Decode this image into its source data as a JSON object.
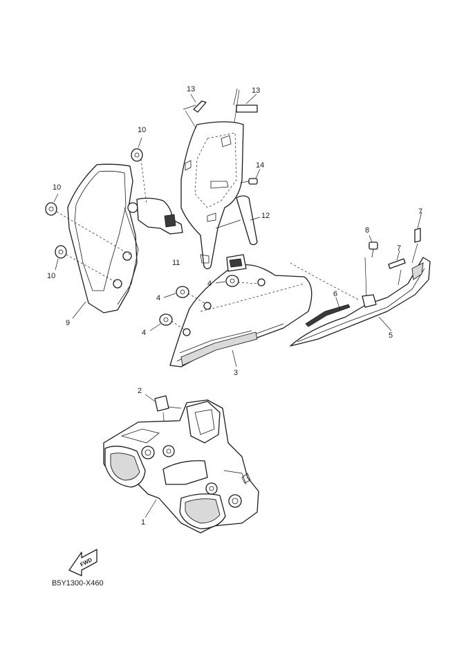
{
  "diagram_code": "B5Y1300-X460",
  "fwd_label": "FWD",
  "callouts": [
    "13",
    "13",
    "10",
    "14",
    "10",
    "12",
    "11",
    "10",
    "9",
    "8",
    "7",
    "7",
    "4",
    "4",
    "6",
    "4",
    "5",
    "3",
    "2",
    "1"
  ]
}
